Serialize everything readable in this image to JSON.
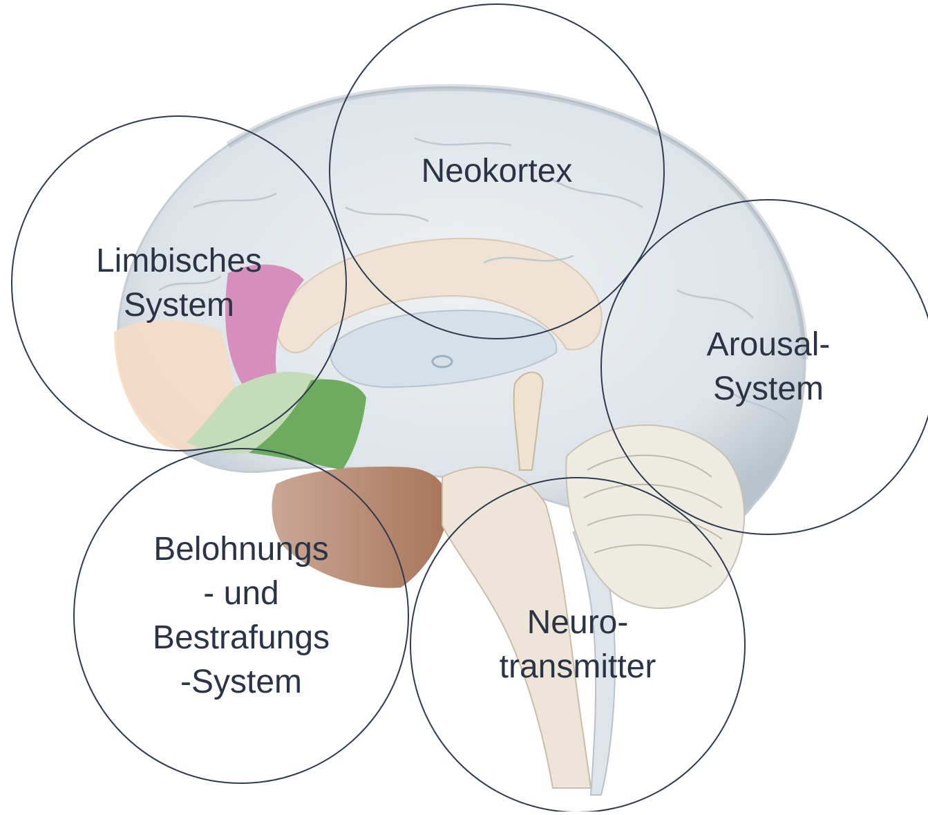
{
  "colors": {
    "circle_stroke": "#2e3a4d",
    "label_text": "#2b3445",
    "brain_base": "#dfe5ea",
    "brain_shadow": "#aeb9c4",
    "limbic_pink": "#d68fbc",
    "frontal_peach": "#f6dcc4",
    "light_green": "#c4dcb8",
    "dark_green": "#6dab5e",
    "brown": "#b78c74",
    "cream": "#efe3d2",
    "cerebellum": "#eeebe2"
  },
  "circles": [
    {
      "id": "neokortex",
      "lines": [
        "Neokortex"
      ]
    },
    {
      "id": "limbic",
      "lines": [
        "Limbisches",
        "System"
      ]
    },
    {
      "id": "arousal",
      "lines": [
        "Arousal-",
        "System"
      ]
    },
    {
      "id": "reward",
      "lines": [
        "Belohnungs",
        "- und",
        "Bestrafungs",
        "-System"
      ]
    },
    {
      "id": "neuro",
      "lines": [
        "Neuro-",
        "transmitter"
      ]
    }
  ]
}
